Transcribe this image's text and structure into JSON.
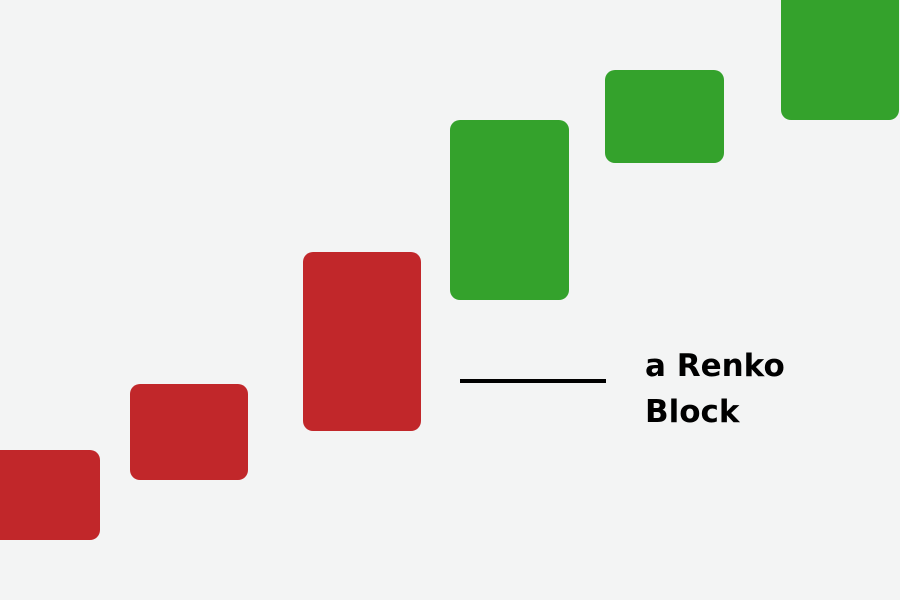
{
  "diagram": {
    "background_color": "#f3f4f4",
    "blocks": [
      {
        "direction": "down",
        "color": "#c1272a"
      },
      {
        "direction": "down",
        "color": "#c1272a"
      },
      {
        "direction": "down",
        "color": "#c1272a"
      },
      {
        "direction": "up",
        "color": "#34a22c"
      },
      {
        "direction": "up",
        "color": "#34a22c"
      },
      {
        "direction": "up",
        "color": "#34a22c"
      }
    ],
    "annotation": {
      "line1": "a Renko",
      "line2": "Block"
    }
  }
}
